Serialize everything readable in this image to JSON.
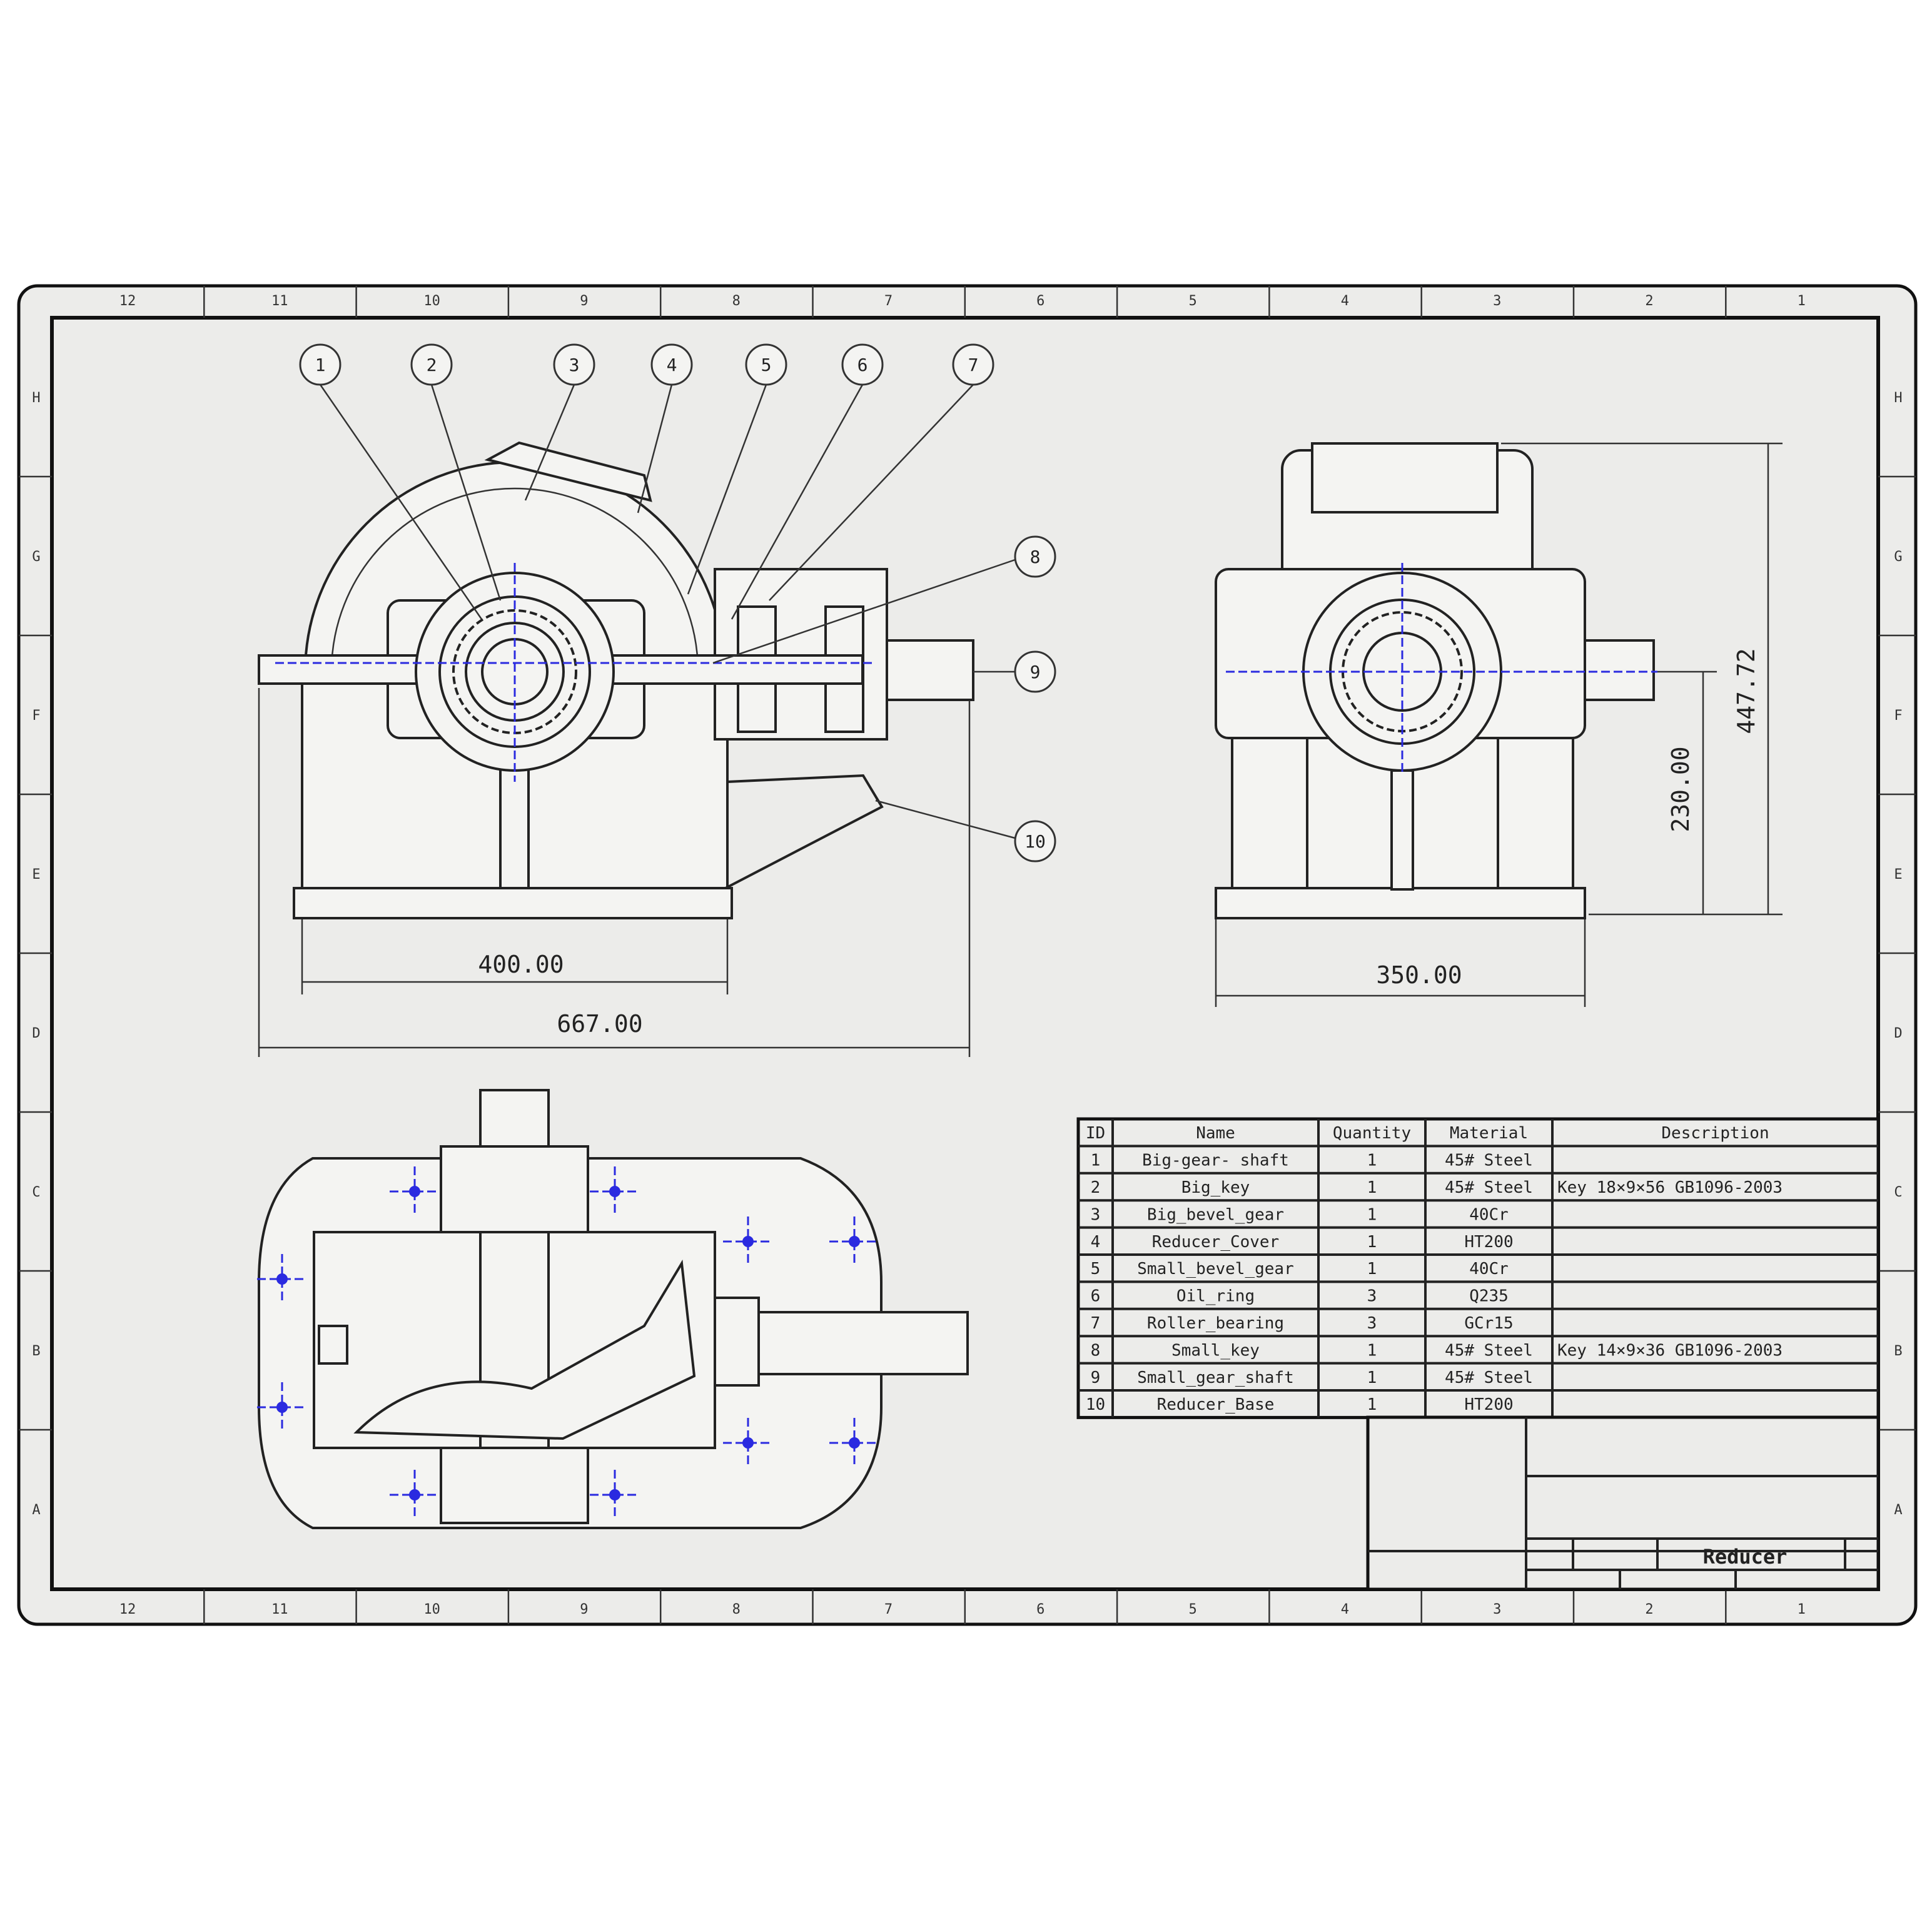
{
  "sheet": {
    "zone_columns": [
      "12",
      "11",
      "10",
      "9",
      "8",
      "7",
      "6",
      "5",
      "4",
      "3",
      "2",
      "1"
    ],
    "zone_rows": [
      "H",
      "G",
      "F",
      "E",
      "D",
      "C",
      "B",
      "A"
    ],
    "colors": {
      "paper": "#ececea",
      "line": "#222222",
      "center_mark": "#2a2ae0"
    }
  },
  "front_view": {
    "balloons": [
      "1",
      "2",
      "3",
      "4",
      "5",
      "6",
      "7",
      "8",
      "9",
      "10"
    ],
    "dimensions": {
      "inner_width": "400.00",
      "overall_width": "667.00"
    }
  },
  "side_view": {
    "dimensions": {
      "width": "350.00",
      "shaft_height": "230.00",
      "overall_height": "447.72"
    }
  },
  "bom": {
    "headers": [
      "ID",
      "Name",
      "Quantity",
      "Material",
      "Description"
    ],
    "rows": [
      [
        "1",
        "Big-gear- shaft",
        "1",
        "45# Steel",
        ""
      ],
      [
        "2",
        "Big_key",
        "1",
        "45# Steel",
        "Key 18×9×56 GB1096-2003"
      ],
      [
        "3",
        "Big_bevel_gear",
        "1",
        "40Cr",
        ""
      ],
      [
        "4",
        "Reducer_Cover",
        "1",
        "HT200",
        ""
      ],
      [
        "5",
        "Small_bevel_gear",
        "1",
        "40Cr",
        ""
      ],
      [
        "6",
        "Oil_ring",
        "3",
        "Q235",
        ""
      ],
      [
        "7",
        "Roller_bearing",
        "3",
        "GCr15",
        ""
      ],
      [
        "8",
        "Small_key",
        "1",
        "45# Steel",
        "Key 14×9×36 GB1096-2003"
      ],
      [
        "9",
        "Small_gear_shaft",
        "1",
        "45# Steel",
        ""
      ],
      [
        "10",
        "Reducer_Base",
        "1",
        "HT200",
        ""
      ]
    ]
  },
  "title_block": {
    "title": "Reducer"
  }
}
